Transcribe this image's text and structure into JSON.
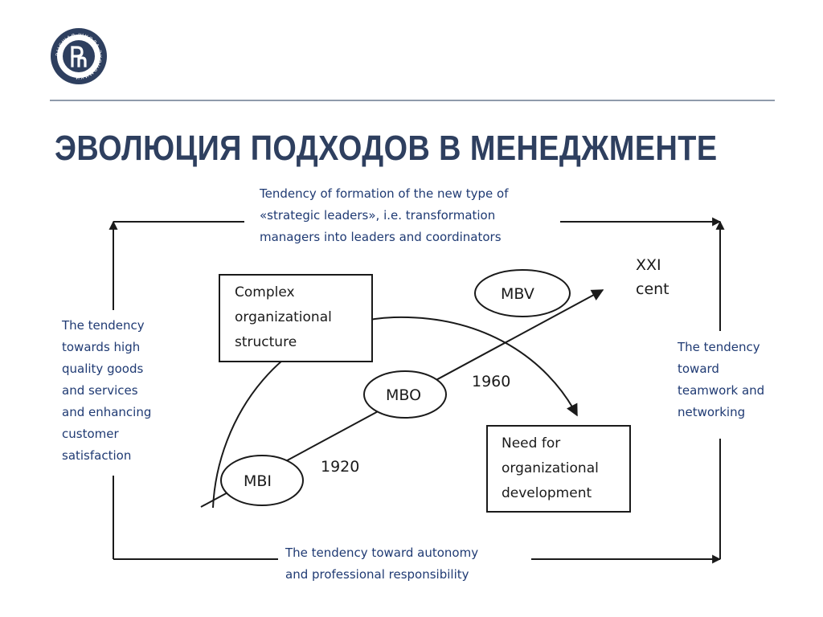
{
  "title": "ЭВОЛЮЦИЯ ПОДХОДОВ В МЕНЕДЖМЕНТЕ",
  "logo": {
    "text_ring": "ВЫСШАЯ ШКОЛА ЭКОНОМИКИ",
    "color": "#2e3f5f"
  },
  "tendencies": {
    "top": [
      "Tendency of formation of the new type of",
      "«strategic leaders», i.e. transformation",
      "managers into leaders and coordinators"
    ],
    "left": [
      "The tendency",
      "towards high",
      "quality goods",
      "and services",
      "and enhancing",
      "customer",
      "satisfaction"
    ],
    "right": [
      "The tendency",
      "toward",
      "teamwork and",
      "networking"
    ],
    "bottom": [
      "The tendency toward autonomy",
      "and professional responsibility"
    ]
  },
  "boxes": {
    "complex": [
      "Complex",
      "organizational",
      "structure"
    ],
    "need": [
      "Need for",
      "organizational",
      "development"
    ]
  },
  "stages": {
    "mbi": {
      "label": "MBI",
      "year": "1920"
    },
    "mbo": {
      "label": "MBO",
      "year": "1960"
    },
    "mbv": {
      "label": "MBV"
    },
    "xxi": [
      "XXI",
      "cent"
    ]
  },
  "colors": {
    "title": "#2e3f5f",
    "tendency_text": "#1f3a73",
    "rule": "#8f9bab",
    "ink": "#1a1a1a"
  }
}
